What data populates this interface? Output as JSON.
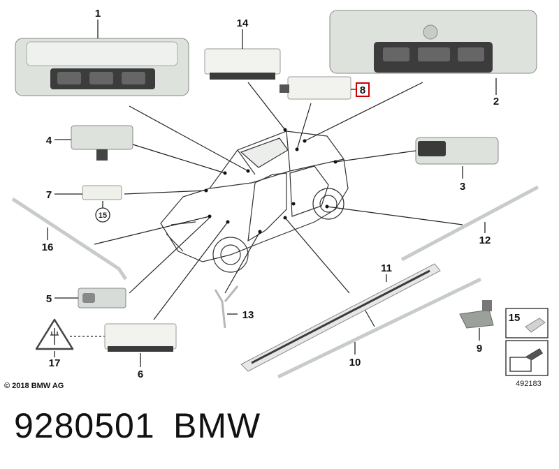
{
  "callouts": {
    "c1": "1",
    "c2": "2",
    "c3": "3",
    "c4": "4",
    "c5": "5",
    "c6": "6",
    "c7": "7",
    "c8": "8",
    "c9": "9",
    "c10": "10",
    "c11": "11",
    "c12": "12",
    "c13": "13",
    "c14": "14",
    "c15": "15",
    "c16": "16",
    "c17": "17",
    "c15_circled": "15"
  },
  "copyright": "© 2018 BMW AG",
  "drawing_number": "492183",
  "part_number": "9280501",
  "brand": "BMW",
  "colors": {
    "highlight": "#cc0000",
    "line": "#222222",
    "part_fill": "#d8dcd8",
    "part_dark": "#3a3a3a"
  }
}
